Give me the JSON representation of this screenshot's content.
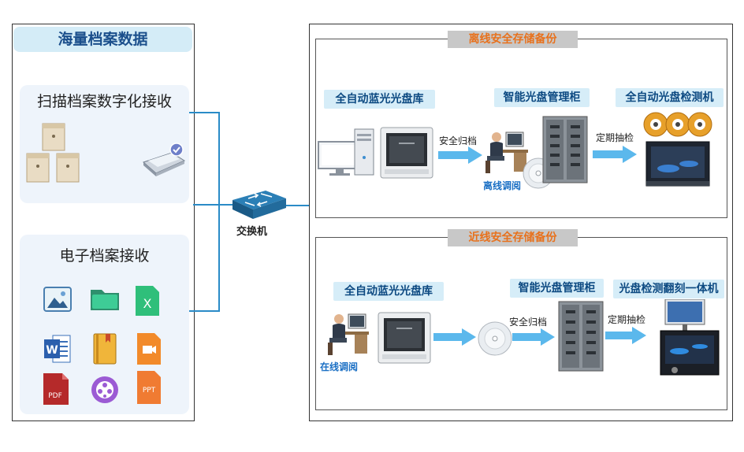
{
  "left": {
    "title": "海量档案数据",
    "scan_panel": {
      "title": "扫描档案数字化接收"
    },
    "electronic_panel": {
      "title": "电子档案接收",
      "icons": [
        "image-icon",
        "folder-icon",
        "excel-icon",
        "word-icon",
        "archive-book-icon",
        "video-icon",
        "pdf-icon",
        "media-player-icon",
        "ppt-icon"
      ],
      "pdf_label": "PDF",
      "ppt_label": "PPT"
    }
  },
  "switch": {
    "label": "交换机"
  },
  "offline": {
    "banner": "离线安全存储备份",
    "library_label": "全自动蓝光光盘库",
    "cabinet_label": "智能光盘管理柜",
    "detector_label": "全自动光盘检测机",
    "step_archive": "安全归档",
    "step_check": "定期抽检",
    "operator_caption": "离线调阅"
  },
  "nearline": {
    "banner": "近线安全存储备份",
    "library_label": "全自动蓝光光盘库",
    "cabinet_label": "智能光盘管理柜",
    "machine_label": "光盘检测翻刻一体机",
    "step_archive": "安全归档",
    "step_check": "定期抽检",
    "operator_caption": "在线调阅"
  },
  "colors": {
    "accent_blue": "#2a8bc7",
    "banner_text": "#e8711c",
    "label_text": "#0d4a82"
  }
}
